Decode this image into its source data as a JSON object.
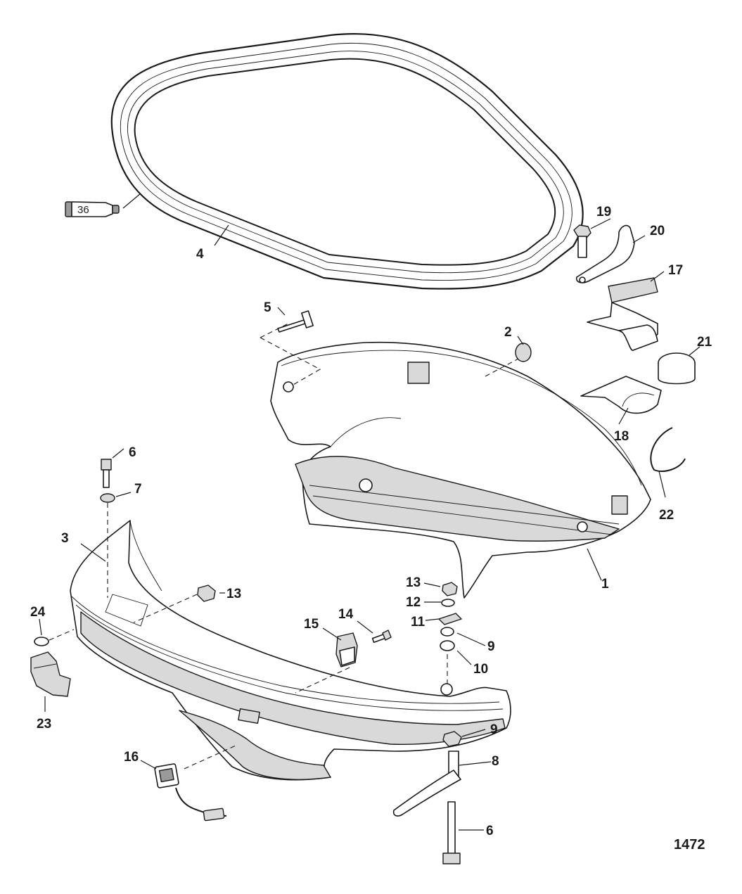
{
  "figure_number": "1472",
  "sealant_tube_label": "36",
  "callouts": [
    {
      "id": "c1",
      "label": "1"
    },
    {
      "id": "c2",
      "label": "2"
    },
    {
      "id": "c3",
      "label": "3"
    },
    {
      "id": "c4",
      "label": "4"
    },
    {
      "id": "c5",
      "label": "5"
    },
    {
      "id": "c6a",
      "label": "6"
    },
    {
      "id": "c6b",
      "label": "6"
    },
    {
      "id": "c7",
      "label": "7"
    },
    {
      "id": "c8",
      "label": "8"
    },
    {
      "id": "c9a",
      "label": "9"
    },
    {
      "id": "c9b",
      "label": "9"
    },
    {
      "id": "c10",
      "label": "10"
    },
    {
      "id": "c11",
      "label": "11"
    },
    {
      "id": "c12",
      "label": "12"
    },
    {
      "id": "c13a",
      "label": "13"
    },
    {
      "id": "c13b",
      "label": "13"
    },
    {
      "id": "c14",
      "label": "14"
    },
    {
      "id": "c15",
      "label": "15"
    },
    {
      "id": "c16",
      "label": "16"
    },
    {
      "id": "c17",
      "label": "17"
    },
    {
      "id": "c18",
      "label": "18"
    },
    {
      "id": "c19",
      "label": "19"
    },
    {
      "id": "c20",
      "label": "20"
    },
    {
      "id": "c21",
      "label": "21"
    },
    {
      "id": "c22",
      "label": "22"
    },
    {
      "id": "c23",
      "label": "23"
    },
    {
      "id": "c24",
      "label": "24"
    }
  ]
}
